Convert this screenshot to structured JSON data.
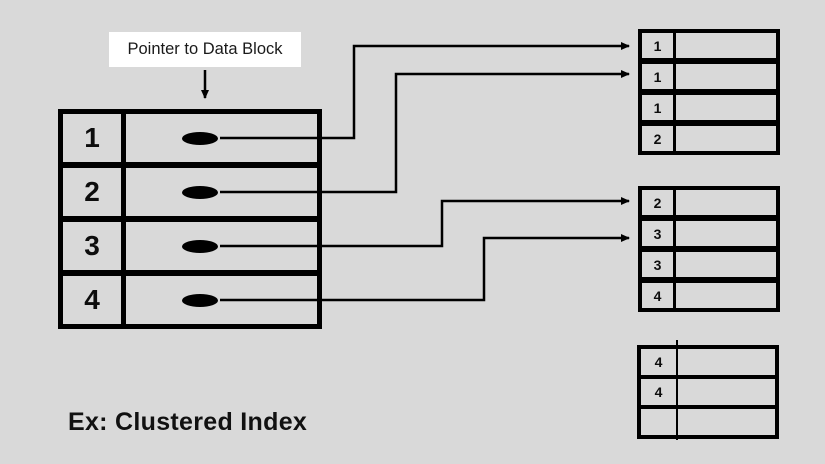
{
  "colors": {
    "background": "#d9d9d9",
    "line": "#000000",
    "label_box_bg": "#ffffff",
    "text": "#111111"
  },
  "annotation": {
    "label": "Pointer to Data Block"
  },
  "caption": {
    "text": "Ex: Clustered Index"
  },
  "index_table": {
    "rows": [
      {
        "key": "1"
      },
      {
        "key": "2"
      },
      {
        "key": "3"
      },
      {
        "key": "4"
      }
    ]
  },
  "data_blocks": [
    {
      "id": "data-block-1",
      "rows": [
        {
          "key": "1"
        },
        {
          "key": "1"
        },
        {
          "key": "1"
        },
        {
          "key": "2"
        }
      ]
    },
    {
      "id": "data-block-2",
      "rows": [
        {
          "key": "2"
        },
        {
          "key": "3"
        },
        {
          "key": "3"
        },
        {
          "key": "4"
        }
      ]
    },
    {
      "id": "data-block-3",
      "rows": [
        {
          "key": "4"
        },
        {
          "key": "4"
        },
        {
          "key": ""
        }
      ]
    }
  ],
  "connections": [
    {
      "from": "index-row-1",
      "to": "data-block-1-row-1"
    },
    {
      "from": "index-row-2",
      "to": "data-block-1-row-2"
    },
    {
      "from": "index-row-3",
      "to": "data-block-2-row-1"
    },
    {
      "from": "index-row-4",
      "to": "data-block-2-row-2"
    },
    {
      "from": "pointer-label",
      "to": "index-table"
    }
  ]
}
